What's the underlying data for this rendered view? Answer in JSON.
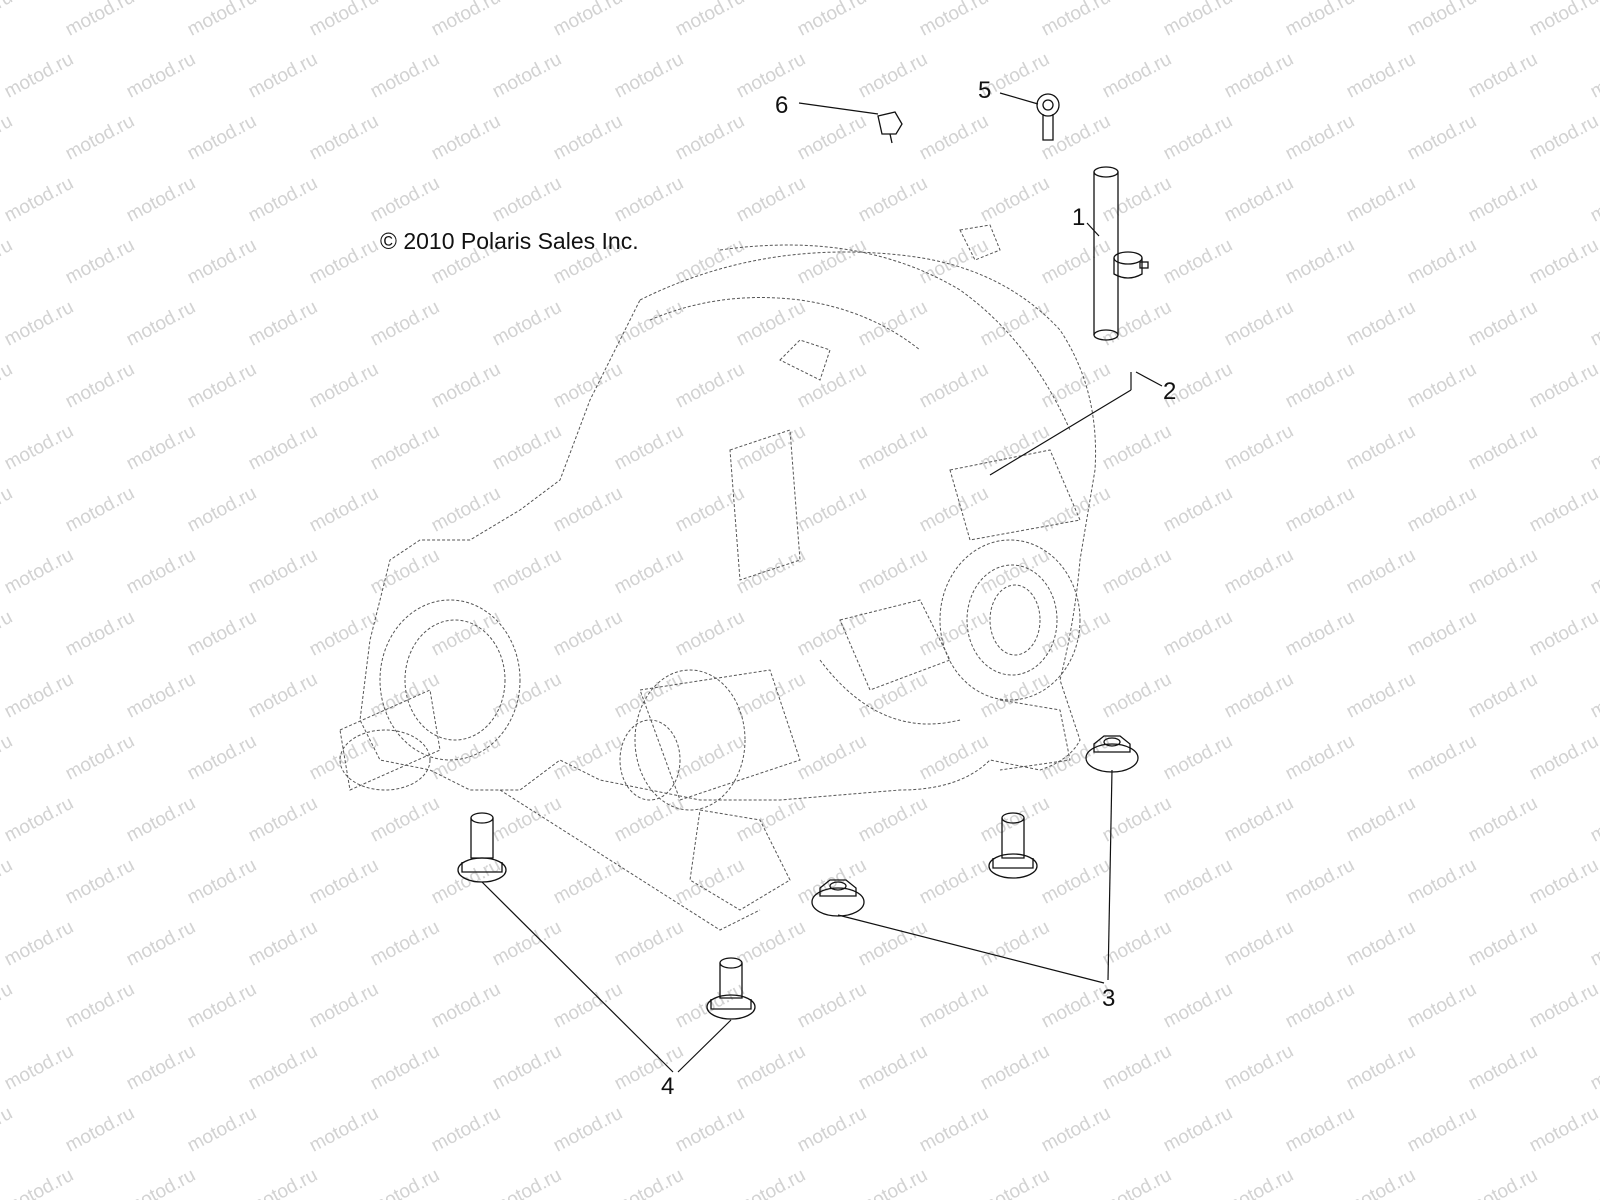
{
  "copyright": "© 2010 Polaris Sales Inc.",
  "watermark": "motod.ru",
  "callouts": [
    "1",
    "2",
    "3",
    "4",
    "5",
    "6"
  ]
}
